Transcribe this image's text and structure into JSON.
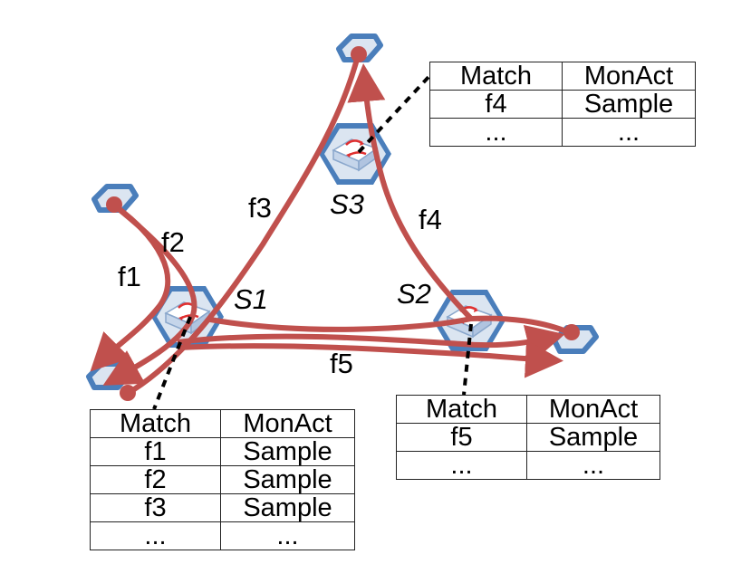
{
  "switches": [
    {
      "id": "s1",
      "label": "S1"
    },
    {
      "id": "s2",
      "label": "S2"
    },
    {
      "id": "s3",
      "label": "S3"
    }
  ],
  "flows": [
    {
      "id": "f1",
      "label": "f1"
    },
    {
      "id": "f2",
      "label": "f2"
    },
    {
      "id": "f3",
      "label": "f3"
    },
    {
      "id": "f4",
      "label": "f4"
    },
    {
      "id": "f5",
      "label": "f5"
    }
  ],
  "colors": {
    "flow": "#c0504d",
    "switch_border": "#4a7ebb",
    "switch_fill": "#dbe5f1",
    "switch_arrows": "#e03030",
    "leader": "#000000"
  },
  "tables": {
    "s1": {
      "headers": [
        "Match",
        "MonAct"
      ],
      "rows": [
        [
          "f1",
          "Sample"
        ],
        [
          "f2",
          "Sample"
        ],
        [
          "f3",
          "Sample"
        ],
        [
          "...",
          "..."
        ]
      ]
    },
    "s2": {
      "headers": [
        "Match",
        "MonAct"
      ],
      "rows": [
        [
          "f5",
          "Sample"
        ],
        [
          "...",
          "..."
        ]
      ]
    },
    "s3": {
      "headers": [
        "Match",
        "MonAct"
      ],
      "rows": [
        [
          "f4",
          "Sample"
        ],
        [
          "...",
          "..."
        ]
      ]
    }
  }
}
